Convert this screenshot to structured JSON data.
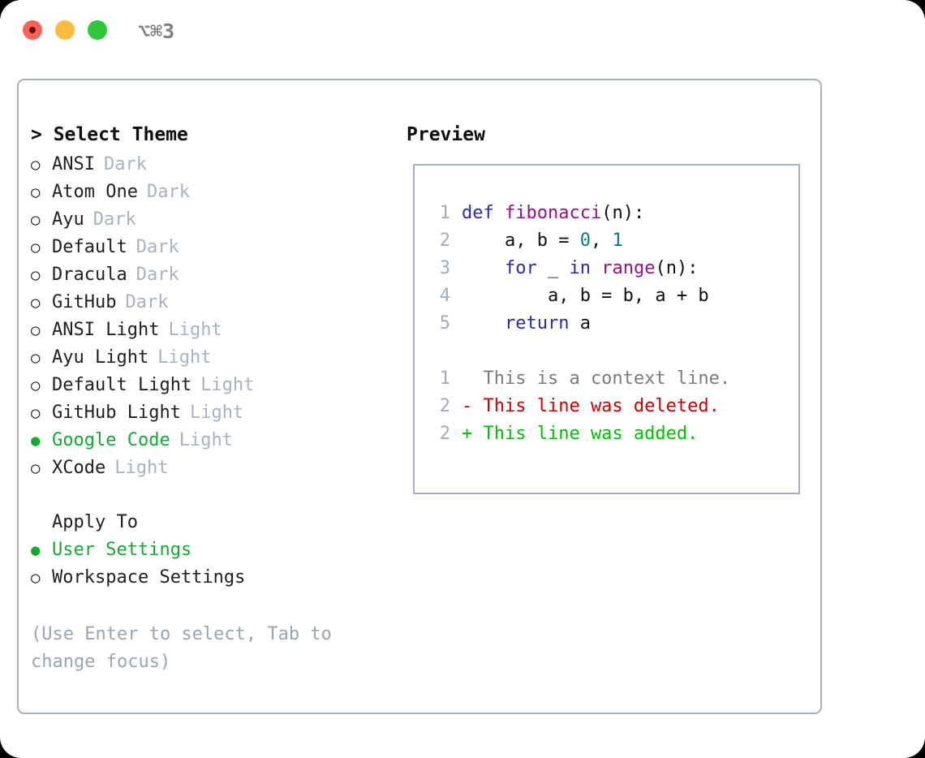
{
  "titlebar": {
    "traffic_lights": [
      {
        "name": "close",
        "color": "#fc6058"
      },
      {
        "name": "minimize",
        "color": "#fdbc40"
      },
      {
        "name": "maximize",
        "color": "#2fc83a"
      }
    ],
    "shortcut": "⌥⌘3"
  },
  "theme_picker": {
    "header": "> Select Theme",
    "items": [
      {
        "bullet": "○",
        "label": "ANSI",
        "badge": "Dark",
        "selected": false
      },
      {
        "bullet": "○",
        "label": "Atom One",
        "badge": "Dark",
        "selected": false
      },
      {
        "bullet": "○",
        "label": "Ayu",
        "badge": "Dark",
        "selected": false
      },
      {
        "bullet": "○",
        "label": "Default",
        "badge": "Dark",
        "selected": false
      },
      {
        "bullet": "○",
        "label": "Dracula",
        "badge": "Dark",
        "selected": false
      },
      {
        "bullet": "○",
        "label": "GitHub",
        "badge": "Dark",
        "selected": false
      },
      {
        "bullet": "○",
        "label": "ANSI Light",
        "badge": "Light",
        "selected": false
      },
      {
        "bullet": "○",
        "label": "Ayu Light",
        "badge": "Light",
        "selected": false
      },
      {
        "bullet": "○",
        "label": "Default Light",
        "badge": "Light",
        "selected": false
      },
      {
        "bullet": "○",
        "label": "GitHub Light",
        "badge": "Light",
        "selected": false
      },
      {
        "bullet": "●",
        "label": "Google Code",
        "badge": "Light",
        "selected": true
      },
      {
        "bullet": "○",
        "label": "XCode",
        "badge": "Light",
        "selected": false
      }
    ]
  },
  "apply_to": {
    "header": "Apply To",
    "header_bullet": " ",
    "items": [
      {
        "bullet": "●",
        "label": "User Settings",
        "selected": true
      },
      {
        "bullet": "○",
        "label": "Workspace Settings",
        "selected": false
      }
    ]
  },
  "hint": "(Use Enter to select, Tab to change focus)",
  "preview": {
    "header": "Preview",
    "code_lines": [
      {
        "num": "1",
        "tokens": [
          {
            "t": "def",
            "c": "kw"
          },
          {
            "t": " ",
            "c": "plain"
          },
          {
            "t": "fibonacci",
            "c": "fn"
          },
          {
            "t": "(n):",
            "c": "plain"
          }
        ]
      },
      {
        "num": "2",
        "tokens": [
          {
            "t": "    a, b = ",
            "c": "plain"
          },
          {
            "t": "0",
            "c": "num"
          },
          {
            "t": ", ",
            "c": "plain"
          },
          {
            "t": "1",
            "c": "num"
          }
        ]
      },
      {
        "num": "3",
        "tokens": [
          {
            "t": "    ",
            "c": "plain"
          },
          {
            "t": "for",
            "c": "kw"
          },
          {
            "t": " _ ",
            "c": "plain"
          },
          {
            "t": "in",
            "c": "kw"
          },
          {
            "t": " ",
            "c": "plain"
          },
          {
            "t": "range",
            "c": "fn"
          },
          {
            "t": "(n):",
            "c": "plain"
          }
        ]
      },
      {
        "num": "4",
        "tokens": [
          {
            "t": "        a, b = b, a + b",
            "c": "plain"
          }
        ]
      },
      {
        "num": "5",
        "tokens": [
          {
            "t": "    ",
            "c": "plain"
          },
          {
            "t": "return",
            "c": "kw"
          },
          {
            "t": " a",
            "c": "plain"
          }
        ]
      }
    ],
    "diff_lines": [
      {
        "num": "1",
        "marker": " ",
        "text": "  This is a context line.",
        "kind": "ctx"
      },
      {
        "num": "2",
        "marker": "-",
        "text": "- This line was deleted.",
        "kind": "del"
      },
      {
        "num": "2",
        "marker": "+",
        "text": "+ This line was added.",
        "kind": "add"
      }
    ]
  },
  "colors": {
    "accent_green": "#16a835",
    "border": "#a6b0bd",
    "muted": "#a9b3bf",
    "hint": "#9aa5b1",
    "keyword": "#2b2ba8",
    "function": "#9c0f82",
    "number": "#0b7d7d",
    "diff_context": "#7b7b7b",
    "diff_deleted": "#cc0000",
    "diff_added": "#00c000"
  }
}
